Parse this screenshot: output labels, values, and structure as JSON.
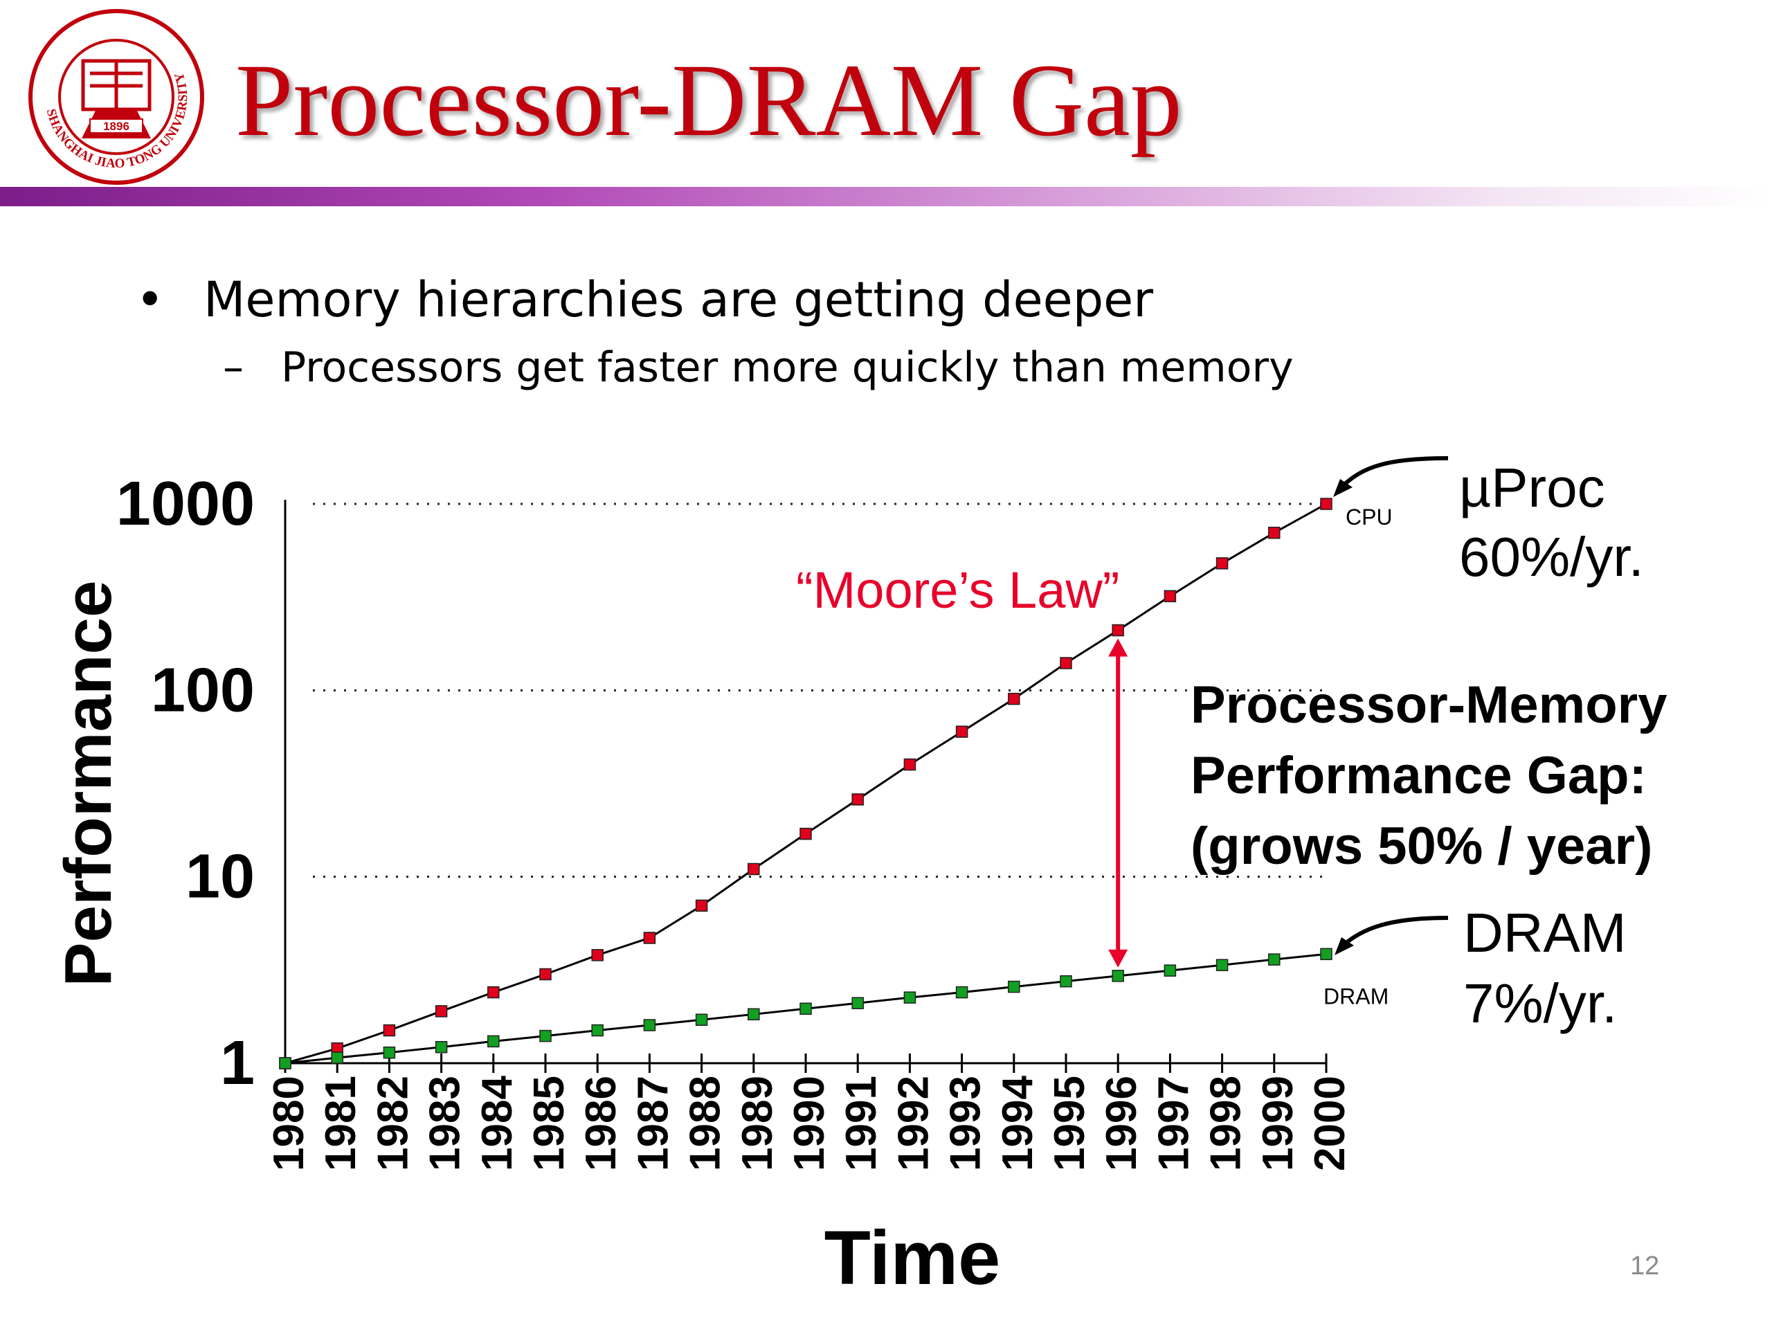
{
  "slide": {
    "title": "Processor-DRAM Gap",
    "logo_text": "SHANGHAI JIAO TONG UNIVERSITY",
    "logo_year": "1896",
    "page_number": "12",
    "colors": {
      "title": "#c0000c",
      "cpu_series": "#e0001b",
      "dram_series": "#11a020",
      "annotation": "#e8002a"
    }
  },
  "bullets": [
    {
      "marker": "•",
      "text": "Memory hierarchies are getting deeper"
    },
    {
      "marker": "–",
      "text": "Processors get faster more quickly than memory"
    }
  ],
  "chart_data": {
    "type": "line",
    "xlabel": "Time",
    "ylabel": "Performance",
    "y_scale": "log",
    "ylim": [
      1,
      1000
    ],
    "y_ticks": [
      "1",
      "10",
      "100",
      "1000"
    ],
    "x": [
      "1980",
      "1981",
      "1982",
      "1983",
      "1984",
      "1985",
      "1986",
      "1987",
      "1988",
      "1989",
      "1990",
      "1991",
      "1992",
      "1993",
      "1994",
      "1995",
      "1996",
      "1997",
      "1998",
      "1999",
      "2000"
    ],
    "grid": "dotted horizontal at 10, 100, 1000",
    "series": [
      {
        "name": "CPU",
        "label": "µProc",
        "rate": "60%/yr.",
        "color": "#e0001b",
        "values": [
          1,
          1.2,
          1.5,
          1.9,
          2.4,
          3,
          3.8,
          4.7,
          7,
          11,
          17,
          26,
          40,
          60,
          90,
          140,
          210,
          320,
          480,
          700,
          1000
        ]
      },
      {
        "name": "DRAM",
        "label": "DRAM",
        "rate": "7%/yr.",
        "color": "#11a020",
        "values": [
          1,
          1.07,
          1.14,
          1.22,
          1.31,
          1.4,
          1.5,
          1.6,
          1.71,
          1.83,
          1.96,
          2.1,
          2.25,
          2.4,
          2.57,
          2.75,
          2.94,
          3.14,
          3.36,
          3.6,
          3.85
        ]
      }
    ],
    "annotations": {
      "moores_law": "“Moore’s Law”",
      "gap_title": [
        "Processor-Memory",
        "Performance Gap:",
        "(grows 50% / year)"
      ],
      "gap_year": "1996"
    }
  }
}
